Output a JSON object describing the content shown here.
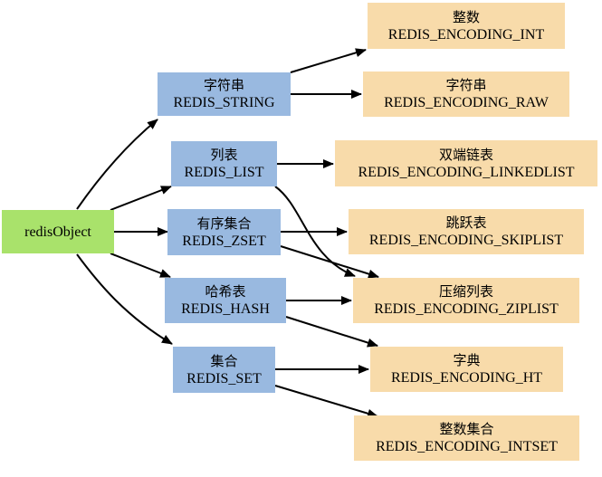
{
  "diagram": {
    "root": {
      "label": "redisObject"
    },
    "types": {
      "string": {
        "zh": "字符串",
        "en": "REDIS_STRING"
      },
      "list": {
        "zh": "列表",
        "en": "REDIS_LIST"
      },
      "zset": {
        "zh": "有序集合",
        "en": "REDIS_ZSET"
      },
      "hash": {
        "zh": "哈希表",
        "en": "REDIS_HASH"
      },
      "set": {
        "zh": "集合",
        "en": "REDIS_SET"
      }
    },
    "encodings": {
      "int": {
        "zh": "整数",
        "en": "REDIS_ENCODING_INT"
      },
      "raw": {
        "zh": "字符串",
        "en": "REDIS_ENCODING_RAW"
      },
      "linkedlist": {
        "zh": "双端链表",
        "en": "REDIS_ENCODING_LINKEDLIST"
      },
      "skiplist": {
        "zh": "跳跃表",
        "en": "REDIS_ENCODING_SKIPLIST"
      },
      "ziplist": {
        "zh": "压缩列表",
        "en": "REDIS_ENCODING_ZIPLIST"
      },
      "ht": {
        "zh": "字典",
        "en": "REDIS_ENCODING_HT"
      },
      "intset": {
        "zh": "整数集合",
        "en": "REDIS_ENCODING_INTSET"
      }
    },
    "colors": {
      "root": "#a9e26b",
      "type": "#99b9e0",
      "encoding": "#f8dbaa",
      "edge": "#000000"
    }
  }
}
